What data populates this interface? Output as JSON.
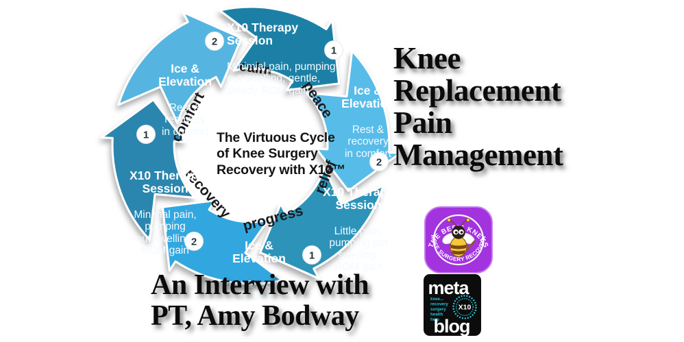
{
  "headline": {
    "text": "Knee\nReplacement\nPain\nManagement"
  },
  "caption": {
    "text": "An Interview with\nPT, Amy Bodway"
  },
  "cycle": {
    "center_text": "The Virtuous Cycle\nof Knee Surgery\nRecovery with X10™",
    "inner_words": [
      "calm",
      "peace",
      "relief",
      "progress",
      "recovery",
      "comfort"
    ],
    "badge_number_color": "#26323c",
    "segments": [
      {
        "name": "x10-session-top",
        "badge": "1",
        "color": "#1E80A6",
        "title": "X10 Therapy Session",
        "desc": "Minimial pain, pumping\nout swelling, gentle,\nsteady ROM gain"
      },
      {
        "name": "ice-elevation-right",
        "badge": "2",
        "color": "#58BCE9",
        "title": "Ice &\nElevation",
        "desc": "Rest &\nrecovery\nin comfort"
      },
      {
        "name": "x10-session-bottom-right",
        "badge": "1",
        "color": "#2E93B8",
        "title": "X10 Therapy\nSession",
        "desc": "Little pain,\npumping out\nswelling,\nROM gain"
      },
      {
        "name": "ice-elevation-bottom",
        "badge": "2",
        "color": "#33A7DF",
        "title": "Ice &\nElevation",
        "desc": "Rest & recovery\nin comfort"
      },
      {
        "name": "x10-session-left",
        "badge": "1",
        "color": "#2B86AE",
        "title": "X10 Therapy\nSession",
        "desc": "Minimal pain,\npumping\nout swelling,\nROM gain"
      },
      {
        "name": "ice-elevation-top-left",
        "badge": "2",
        "color": "#55B5E0",
        "title": "Ice &\nElevation",
        "desc": "Rest &\nrecovery\nin comfort"
      }
    ]
  },
  "logos": {
    "bee": {
      "top_arc": "THE BEE'S KNEES",
      "bottom_arc": "KNEE SURGERY RECOVERY",
      "bg": "#A233DF"
    },
    "meta": {
      "top": "meta",
      "bottom": "blog",
      "x10": "X10",
      "tags": [
        "knee...",
        "recovery",
        "surgery",
        "health",
        "help"
      ],
      "accent": "#2BC0D4"
    }
  }
}
